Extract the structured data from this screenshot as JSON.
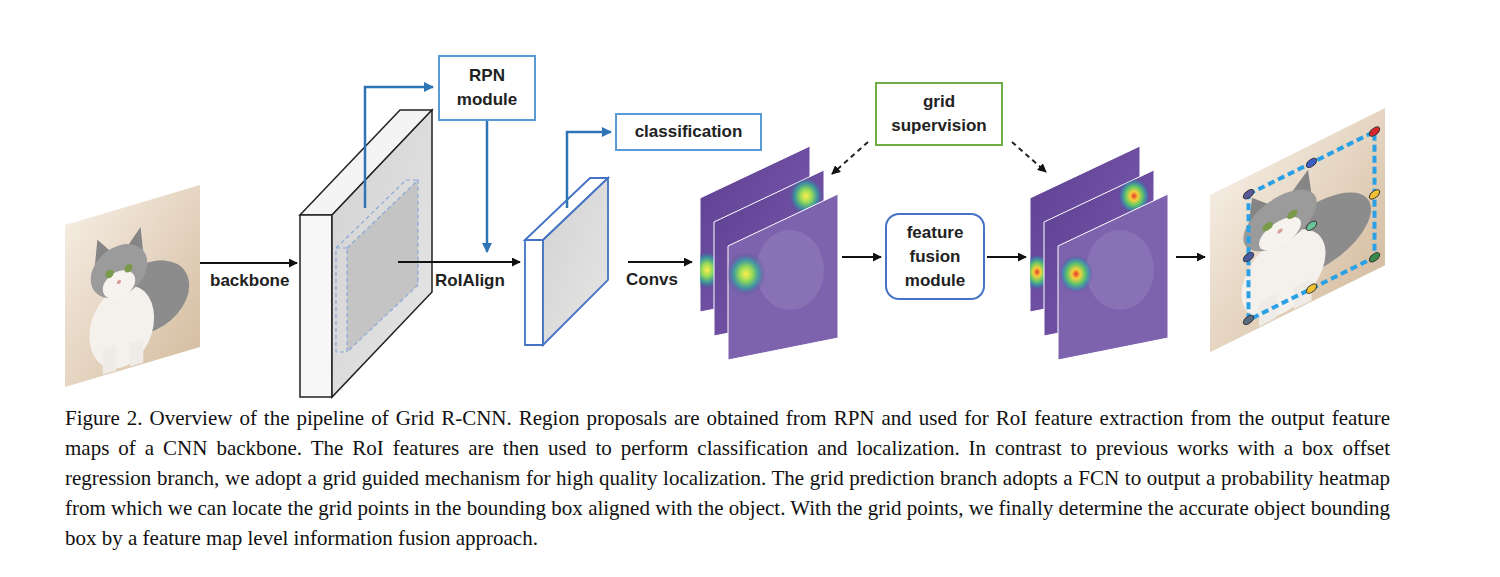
{
  "diagram": {
    "caption": "Figure 2. Overview of the pipeline of Grid R-CNN. Region proposals are obtained from RPN and used for RoI feature extraction from the output feature maps of a CNN backbone. The RoI features are then used to perform classification and localization. In contrast to previous works with a box offset regression branch, we adopt a grid guided mechanism for high quality localization. The grid prediction branch adopts a FCN to output a probability heatmap from which we can locate the grid points in the bounding box aligned with the object. With the grid points, we finally determine the accurate object bounding box by a feature map level information fusion approach.",
    "nodes": [
      {
        "text": [
          "RPN module"
        ]
      },
      {
        "text": [
          "classification"
        ]
      },
      {
        "text": [
          "grid supervision"
        ]
      },
      {
        "text": [
          "feature fusion module"
        ]
      }
    ],
    "labels": [
      "backbone",
      "RoIAlign",
      "Convs"
    ]
  }
}
